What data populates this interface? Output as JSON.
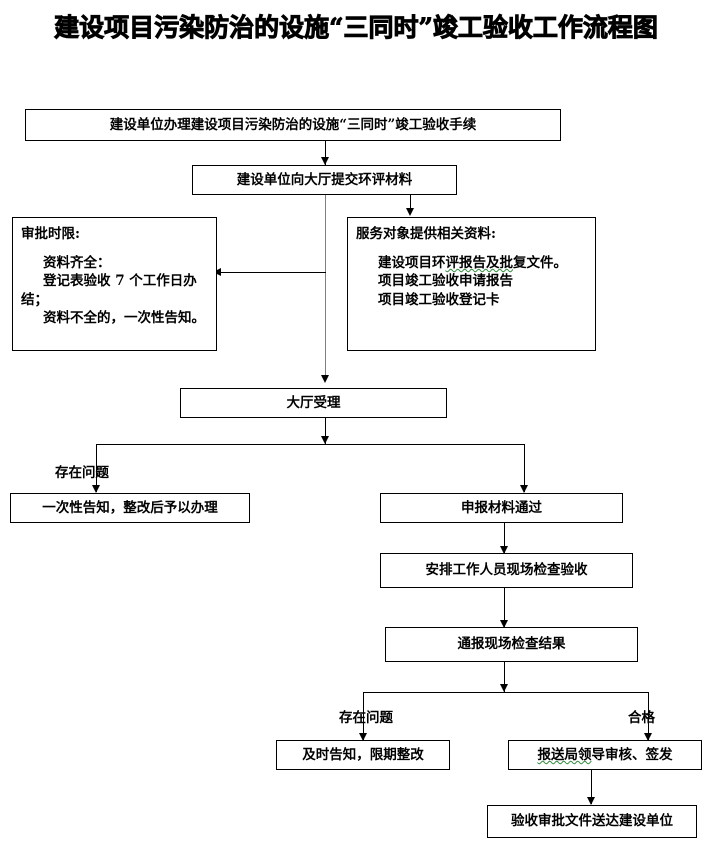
{
  "document": {
    "title": "建设项目污染防治的设施“三同时”竣工验收工作流程图"
  },
  "nodes": {
    "n1": {
      "label": "建设单位办理建设项目污染防治的设施“三同时”竣工验收手续"
    },
    "n2": {
      "label": "建设单位向大厅提交环评材料"
    },
    "n3_left": {
      "heading": "审批时限:",
      "line1": "资料齐全：",
      "line2": "登记表验收 7 个工作日办结；",
      "line3": "资料不全的，一次性告知。"
    },
    "n3_right": {
      "heading": "服务对象提供相关资料:",
      "item1_a": "建设项目环",
      "item1_b": "评报告及批",
      "item1_c": "复文件。",
      "item2": "项目竣工验收申请报告",
      "item3": "项目竣工验收登记卡"
    },
    "n4": {
      "label": "大厅受理"
    },
    "n5": {
      "label": "一次性告知，整改后予以办理"
    },
    "n6": {
      "label": "申报材料通过"
    },
    "n7": {
      "label": "安排工作人员现场检查验收"
    },
    "n8": {
      "label": "通报现场检查结果"
    },
    "n9": {
      "label": "及时告知，限期整改"
    },
    "n10_a": {
      "label": "报送局领"
    },
    "n10_b": {
      "label": "导审核、签发"
    },
    "n11": {
      "label": "验收审批文件送达建设单位"
    }
  },
  "edge_labels": {
    "problem_upper": "存在问题",
    "problem_lower": "存在问题",
    "pass": "合格"
  },
  "colors": {
    "line": "#000000",
    "line_gray": "#7f7f7f",
    "spellcheck_underline": "#2e8b3a",
    "background": "#ffffff",
    "text": "#000000"
  }
}
